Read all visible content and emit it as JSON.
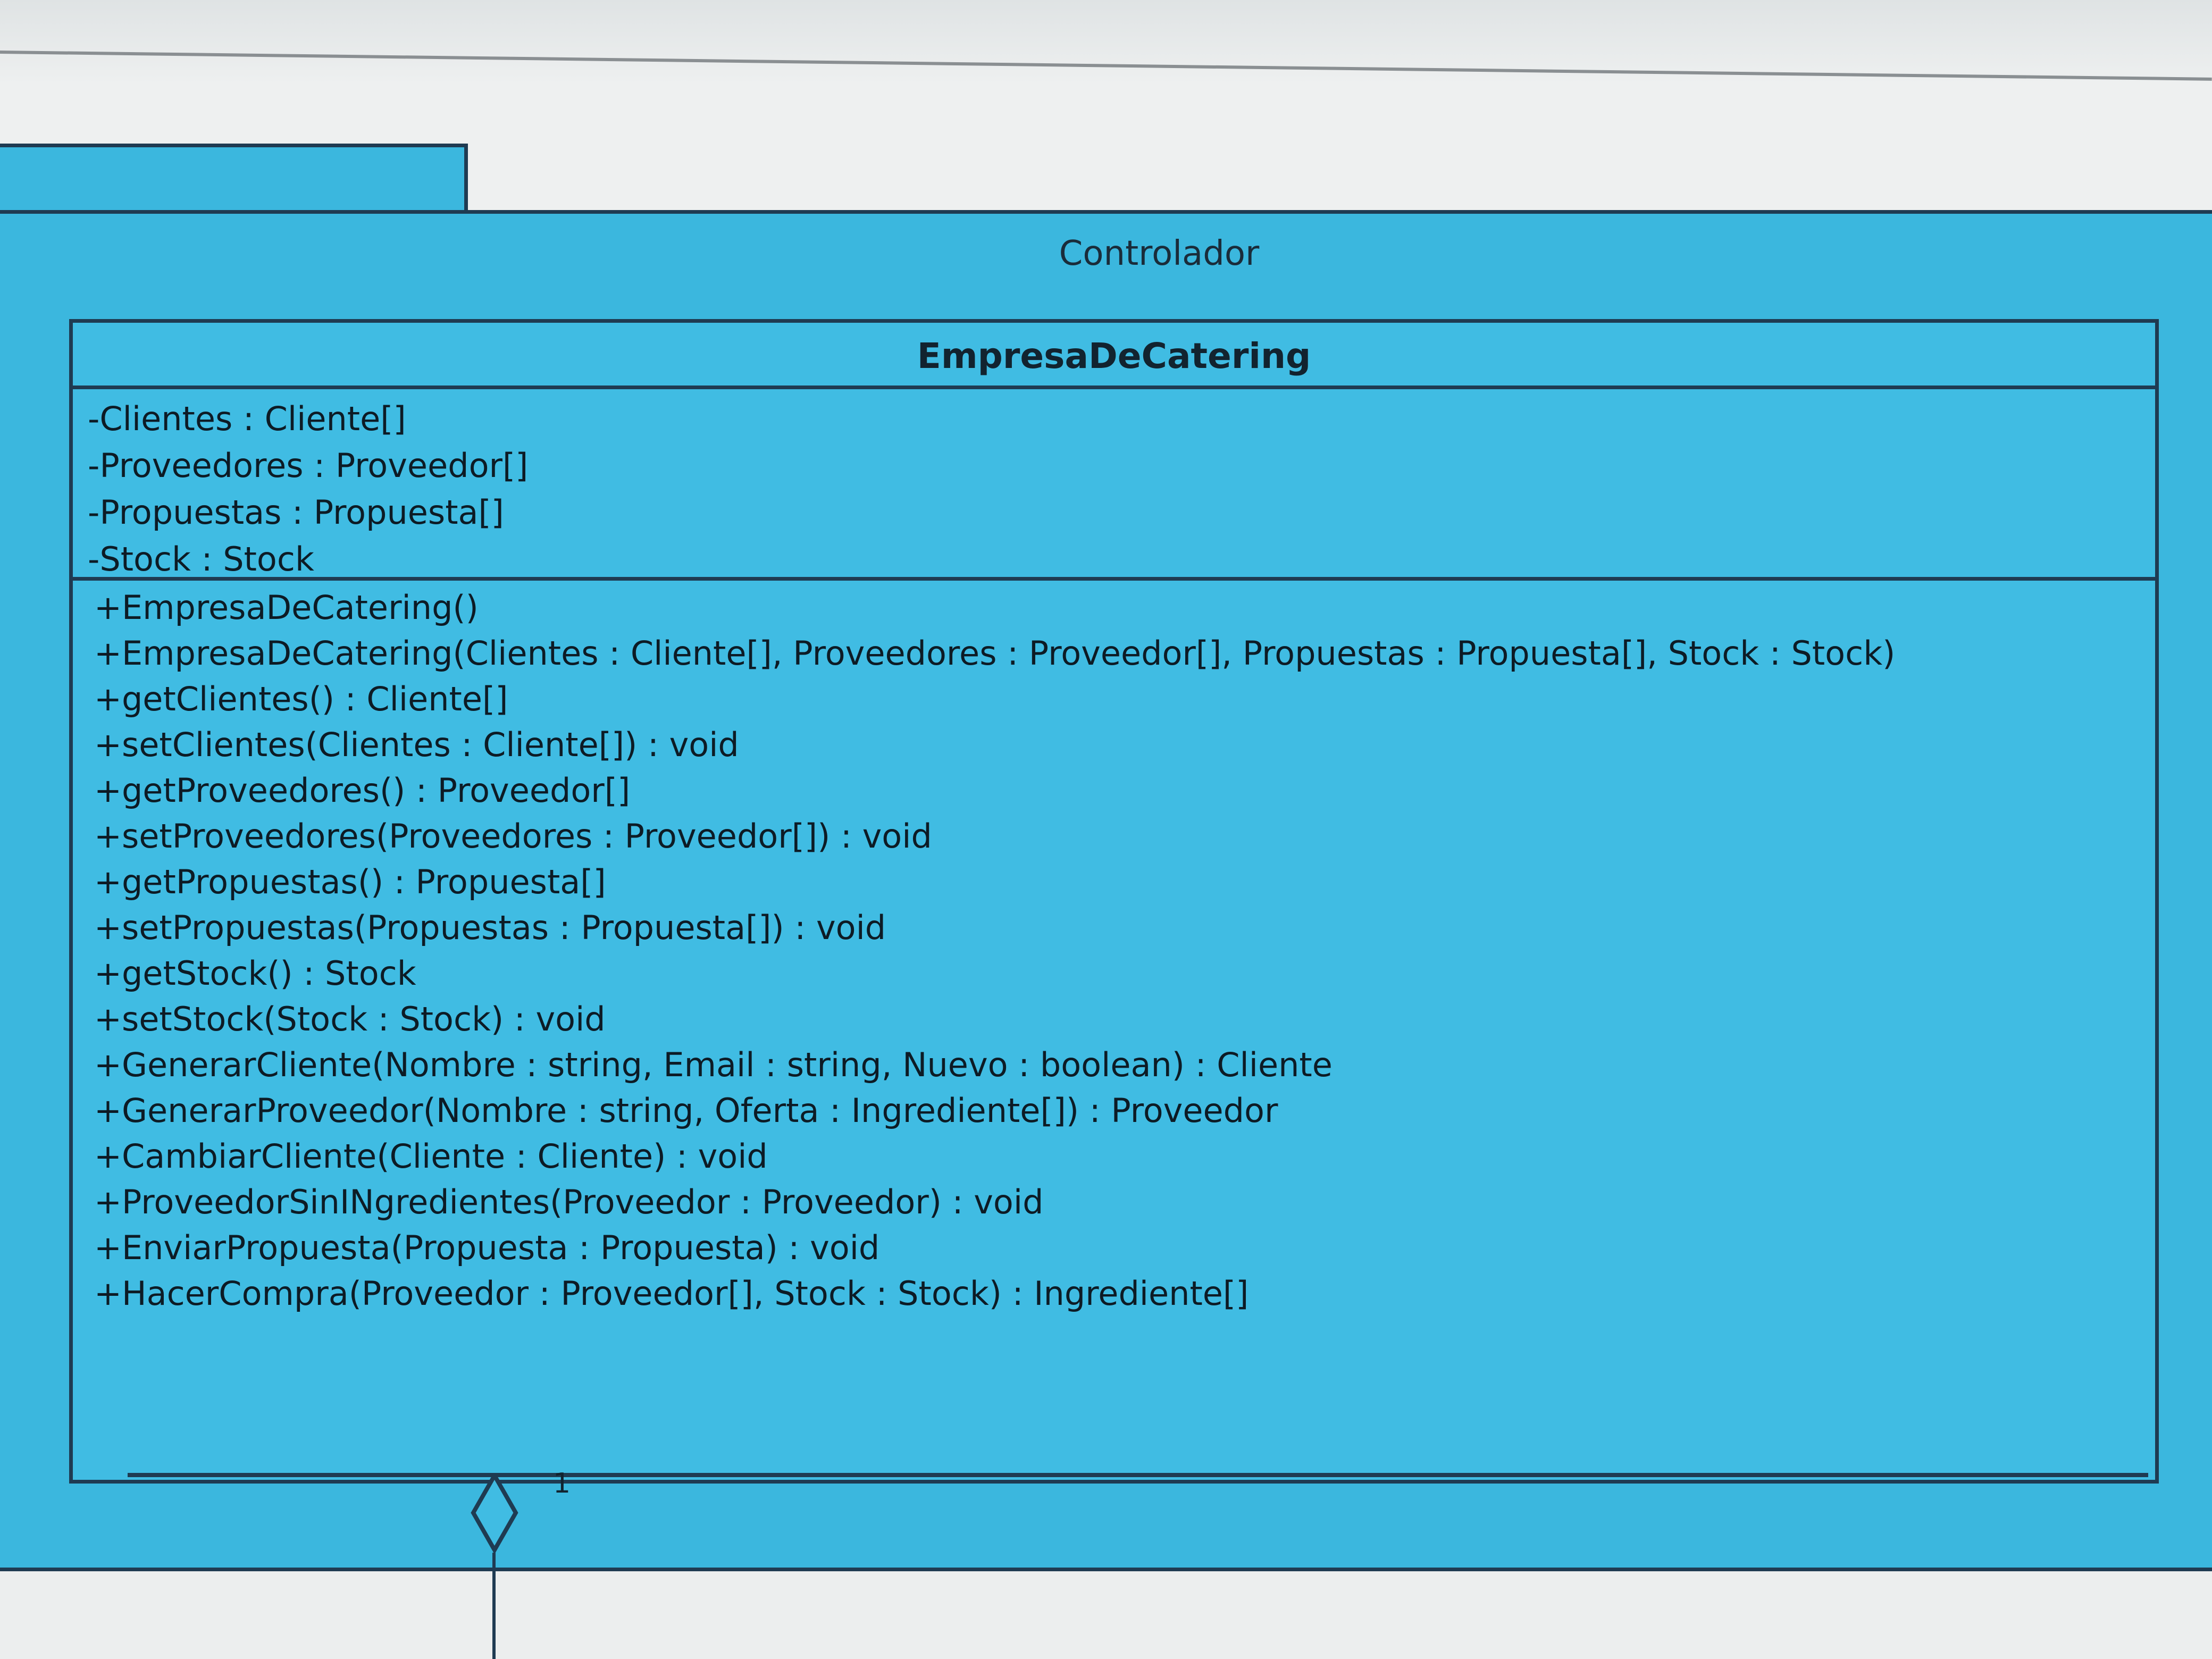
{
  "package": {
    "title": "Controlador"
  },
  "class": {
    "name": "EmpresaDeCatering",
    "attributes": [
      "-Clientes : Cliente[]",
      "-Proveedores : Proveedor[]",
      "-Propuestas : Propuesta[]",
      "-Stock : Stock"
    ],
    "operations": [
      "+EmpresaDeCatering()",
      "+EmpresaDeCatering(Clientes : Cliente[], Proveedores : Proveedor[], Propuestas : Propuesta[], Stock : Stock)",
      "+getClientes() : Cliente[]",
      "+setClientes(Clientes : Cliente[]) : void",
      "+getProveedores() : Proveedor[]",
      "+setProveedores(Proveedores : Proveedor[]) : void",
      "+getPropuestas() : Propuesta[]",
      "+setPropuestas(Propuestas : Propuesta[]) : void",
      "+getStock() : Stock",
      "+setStock(Stock : Stock) : void",
      "+GenerarCliente(Nombre : string, Email : string, Nuevo : boolean) : Cliente",
      "+GenerarProveedor(Nombre : string, Oferta : Ingrediente[]) : Proveedor",
      "+CambiarCliente(Cliente : Cliente) : void",
      "+ProveedorSinINgredientes(Proveedor : Proveedor) : void",
      "+EnviarPropuesta(Propuesta : Propuesta) : void",
      "+HacerCompra(Proveedor : Proveedor[], Stock : Stock) : Ingrediente[]"
    ]
  },
  "association": {
    "multiplicity": "1"
  }
}
